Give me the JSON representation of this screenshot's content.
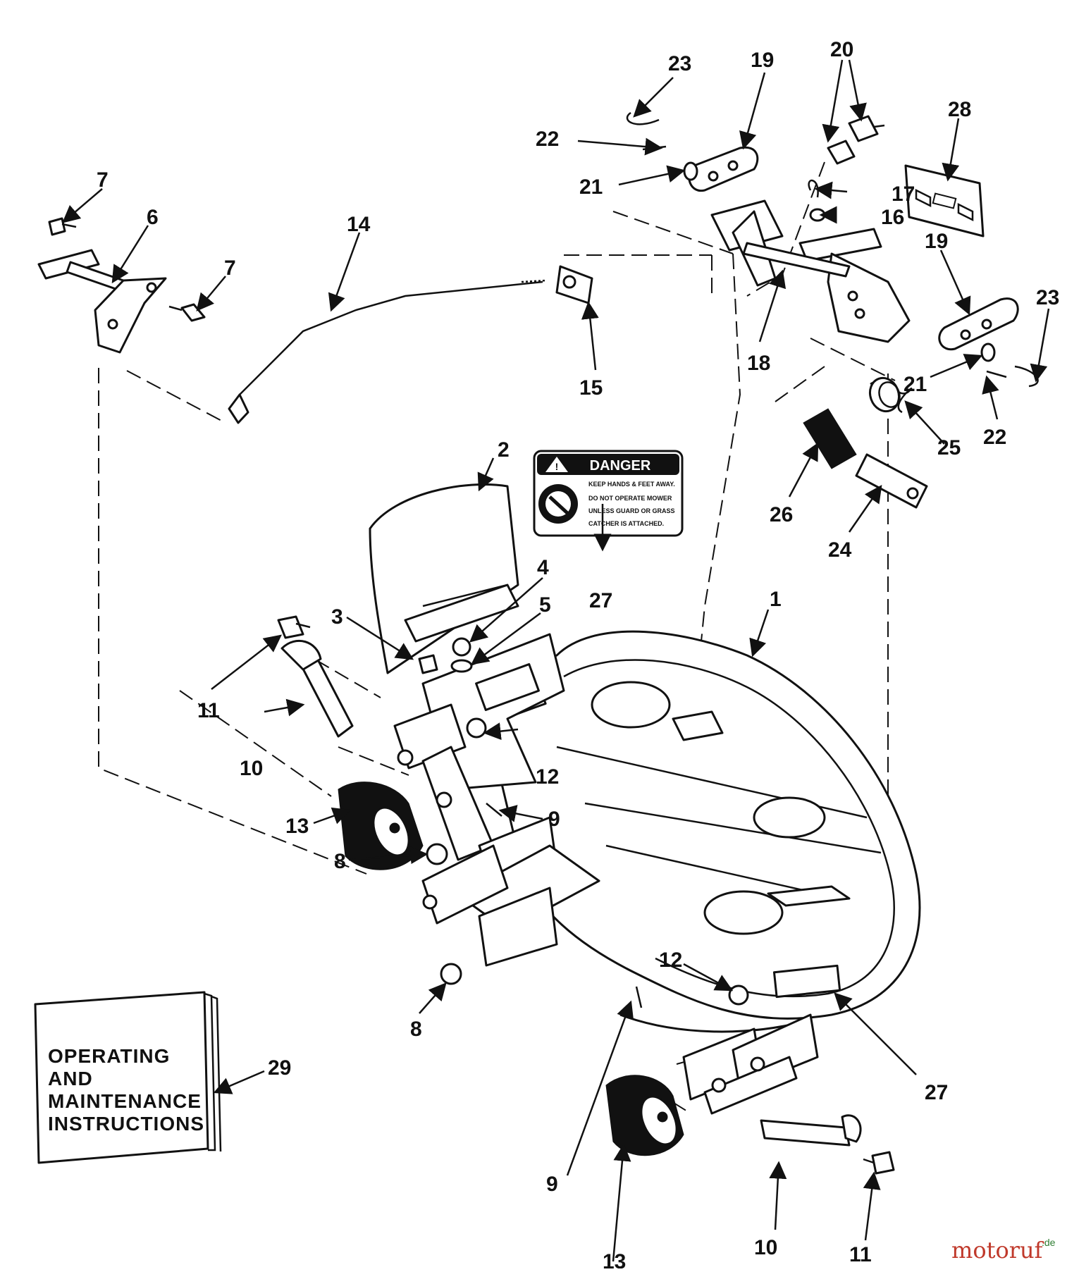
{
  "callouts": {
    "c1": "1",
    "c2": "2",
    "c3": "3",
    "c4": "4",
    "c5": "5",
    "c6": "6",
    "c7": "7",
    "c8": "8",
    "c9": "9",
    "c10": "10",
    "c11": "11",
    "c12": "12",
    "c13": "13",
    "c14": "14",
    "c15": "15",
    "c16": "16",
    "c17": "17",
    "c18": "18",
    "c19": "19",
    "c20": "20",
    "c21": "21",
    "c22": "22",
    "c23": "23",
    "c24": "24",
    "c25": "25",
    "c26": "26",
    "c27": "27",
    "c28": "28",
    "c29": "29"
  },
  "danger_decal": {
    "title": "DANGER",
    "lines": [
      "KEEP HANDS & FEET AWAY.",
      "DO NOT OPERATE MOWER",
      "UNLESS GUARD OR GRASS",
      "CATCHER IS ATTACHED."
    ]
  },
  "manual": {
    "lines": [
      "OPERATING",
      "AND",
      "MAINTENANCE",
      "INSTRUCTIONS"
    ]
  },
  "watermark": {
    "brand": "motoruf",
    "suffix": ".de"
  },
  "colors": {
    "ink": "#111111",
    "paper": "#ffffff",
    "brand_red": "#c0392b",
    "brand_green": "#2e7d32"
  }
}
